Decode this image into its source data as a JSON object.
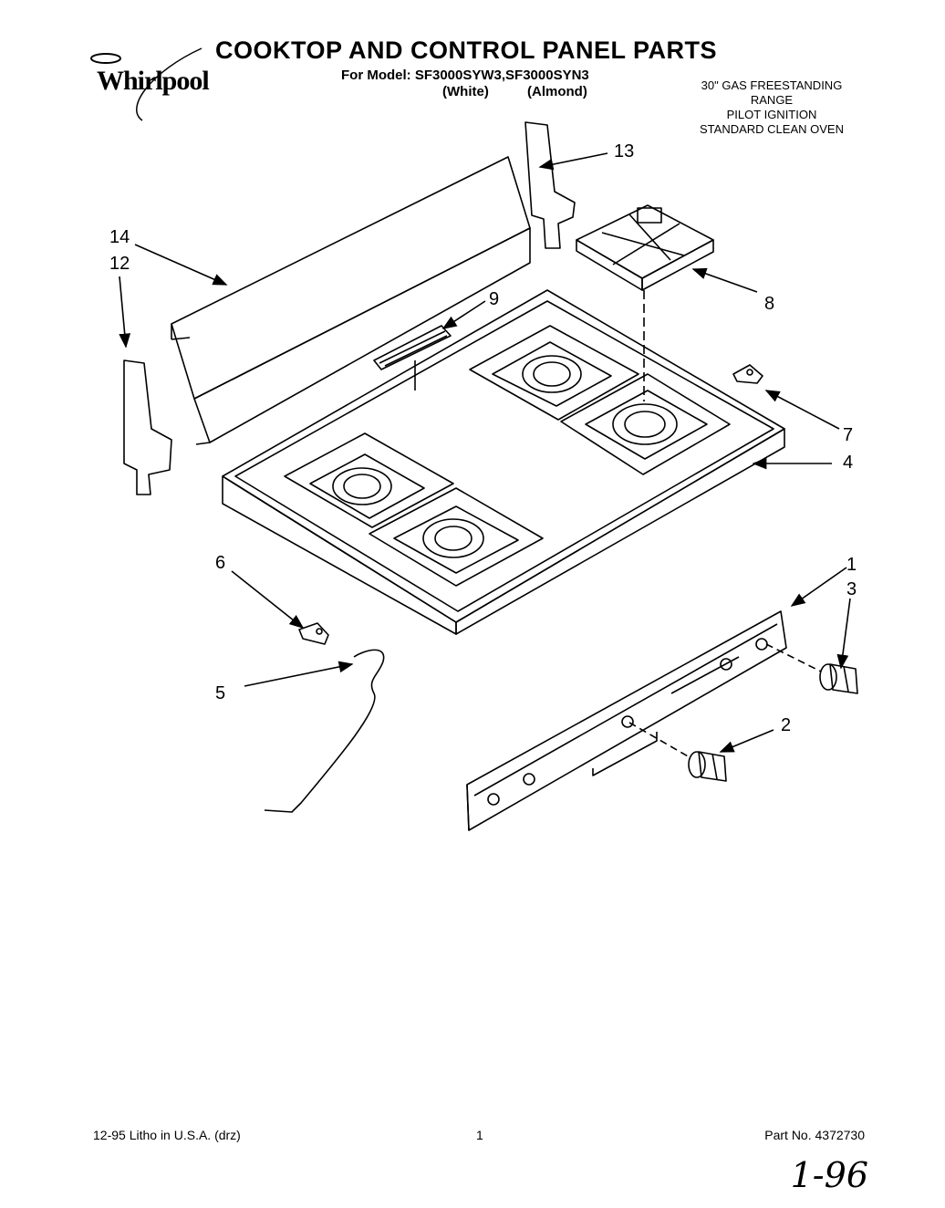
{
  "brand": {
    "logo_text": "Whirlpool"
  },
  "header": {
    "title": "COOKTOP AND CONTROL PANEL PARTS",
    "model_line": "For Model: SF3000SYW3,SF3000SYN3",
    "variant_white": "(White)",
    "variant_almond": "(Almond)"
  },
  "description": [
    "30\" GAS FREESTANDING",
    "RANGE",
    "PILOT IGNITION",
    "STANDARD CLEAN OVEN"
  ],
  "callouts": {
    "c1": "1",
    "c2": "2",
    "c3": "3",
    "c4": "4",
    "c5": "5",
    "c6": "6",
    "c7": "7",
    "c8": "8",
    "c9": "9",
    "c12": "12",
    "c13": "13",
    "c14": "14"
  },
  "footer": {
    "left": "12-95 Litho in U.S.A. (drz)",
    "page": "1",
    "part_no": "Part No. 4372730"
  },
  "handwritten_note": "1-96"
}
